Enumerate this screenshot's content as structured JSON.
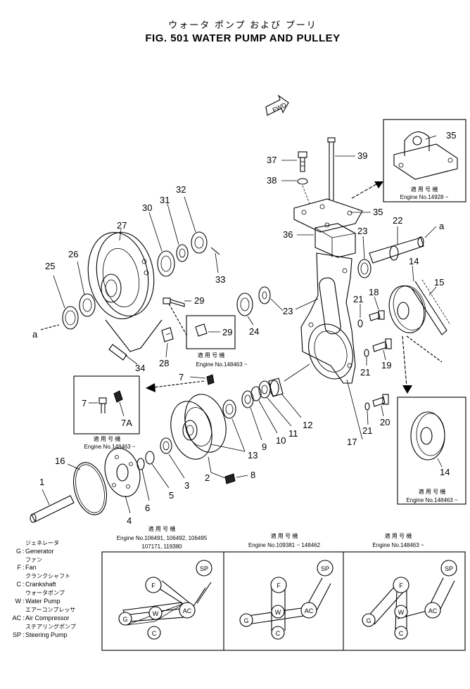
{
  "title": {
    "jp": "ウォータ ポンプ および プーリ",
    "en": "FIG. 501  WATER PUMP AND PULLEY"
  },
  "fwd_label": "FWD",
  "callouts": {
    "c1": "1",
    "c2": "2",
    "c3": "3",
    "c4": "4",
    "c5": "5",
    "c6": "6",
    "c7a": "7",
    "c7b": "7",
    "c7A": "7A",
    "c8": "8",
    "c9": "9",
    "c10": "10",
    "c11": "11",
    "c12": "12",
    "c13": "13",
    "c14a": "14",
    "c14b": "14",
    "c15": "15",
    "c16": "16",
    "c17": "17",
    "c18": "18",
    "c19": "19",
    "c20": "20",
    "c21a": "21",
    "c21b": "21",
    "c21c": "21",
    "c22": "22",
    "c23a": "23",
    "c23b": "23",
    "c24": "24",
    "c25": "25",
    "c26": "26",
    "c27": "27",
    "c28": "28",
    "c29a": "29",
    "c29b": "29",
    "c30": "30",
    "c31": "31",
    "c32": "32",
    "c33": "33",
    "c34": "34",
    "c35a": "35",
    "c35b": "35",
    "c36": "36",
    "c37": "37",
    "c38": "38",
    "c39": "39",
    "ca1": "a",
    "ca2": "a"
  },
  "insets": {
    "bracket": {
      "jp": "適 用 号 機",
      "engine": "Engine No.14928 ~"
    },
    "bolt29": {
      "jp": "適 用 号 機",
      "engine": "Engine No.148463 ~"
    },
    "bolt7": {
      "jp": "適 用 号 機",
      "engine": "Engine No.148463 ~"
    },
    "pulley14": {
      "jp": "適 用 号 機",
      "engine": "Engine No.148463 ~"
    }
  },
  "legend": [
    {
      "jp": "ジェネレータ",
      "code": "G",
      "sep": ":",
      "en": "Generator"
    },
    {
      "jp": "ファン",
      "code": "F",
      "sep": ":",
      "en": "Fan"
    },
    {
      "jp": "クランクシャフト",
      "code": "C",
      "sep": ":",
      "en": "Crankshaft"
    },
    {
      "jp": "ウォータポンプ",
      "code": "W",
      "sep": ":",
      "en": "Water Pump"
    },
    {
      "jp": "エアーコンプレッサ",
      "code": "AC",
      "sep": ":",
      "en": "Air Compressor"
    },
    {
      "jp": "ステアリングポンプ",
      "code": "SP",
      "sep": ":",
      "en": "Steering Pump"
    }
  ],
  "belt_panels": [
    {
      "jp": "適 用 号 機",
      "engine_line1": "Engine No.106491, 106492, 106495",
      "engine_line2": "107171, 119380"
    },
    {
      "jp": "適 用 号 機",
      "engine_line1": "Engine No.109381 ~ 148462",
      "engine_line2": ""
    },
    {
      "jp": "適 用 号 機",
      "engine_line1": "Engine No.148463 ~",
      "engine_line2": ""
    }
  ],
  "pulley_codes": {
    "F": "F",
    "SP": "SP",
    "AC": "AC",
    "G": "G",
    "W": "W",
    "C": "C"
  }
}
